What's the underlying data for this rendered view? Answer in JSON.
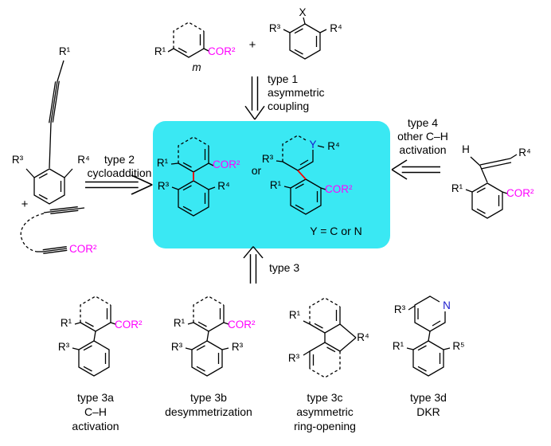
{
  "labels": {
    "r1": "R¹",
    "r3": "R³",
    "r4": "R⁴",
    "r5": "R⁵",
    "cor2": "COR²",
    "x": "X",
    "h": "H",
    "n": "N",
    "y": "Y",
    "m": "m",
    "plus": "+",
    "or": "or",
    "y_definition": "Y = C or N"
  },
  "routes": {
    "type1": {
      "line1": "type 1",
      "line2": "asymmetric",
      "line3": "coupling"
    },
    "type2": {
      "line1": "type 2",
      "line2": "cycloaddition"
    },
    "type3": {
      "line1": "type 3"
    },
    "type4": {
      "line1": "type 4",
      "line2": "other C–H",
      "line3": "activation"
    },
    "type3a": {
      "line1": "type 3a",
      "line2": "C–H",
      "line3": "activation"
    },
    "type3b": {
      "line1": "type 3b",
      "line2": "desymmetrization"
    },
    "type3c": {
      "line1": "type 3c",
      "line2": "asymmetric",
      "line3": "ring-opening"
    },
    "type3d": {
      "line1": "type 3d",
      "line2": "DKR"
    }
  },
  "colors": {
    "magenta": "#ff00ff",
    "axis_red": "#f20000",
    "box_cyan": "#3ae8f3",
    "nitrogen_blue": "#1a1acd",
    "bond": "#000000",
    "background": "#ffffff"
  }
}
